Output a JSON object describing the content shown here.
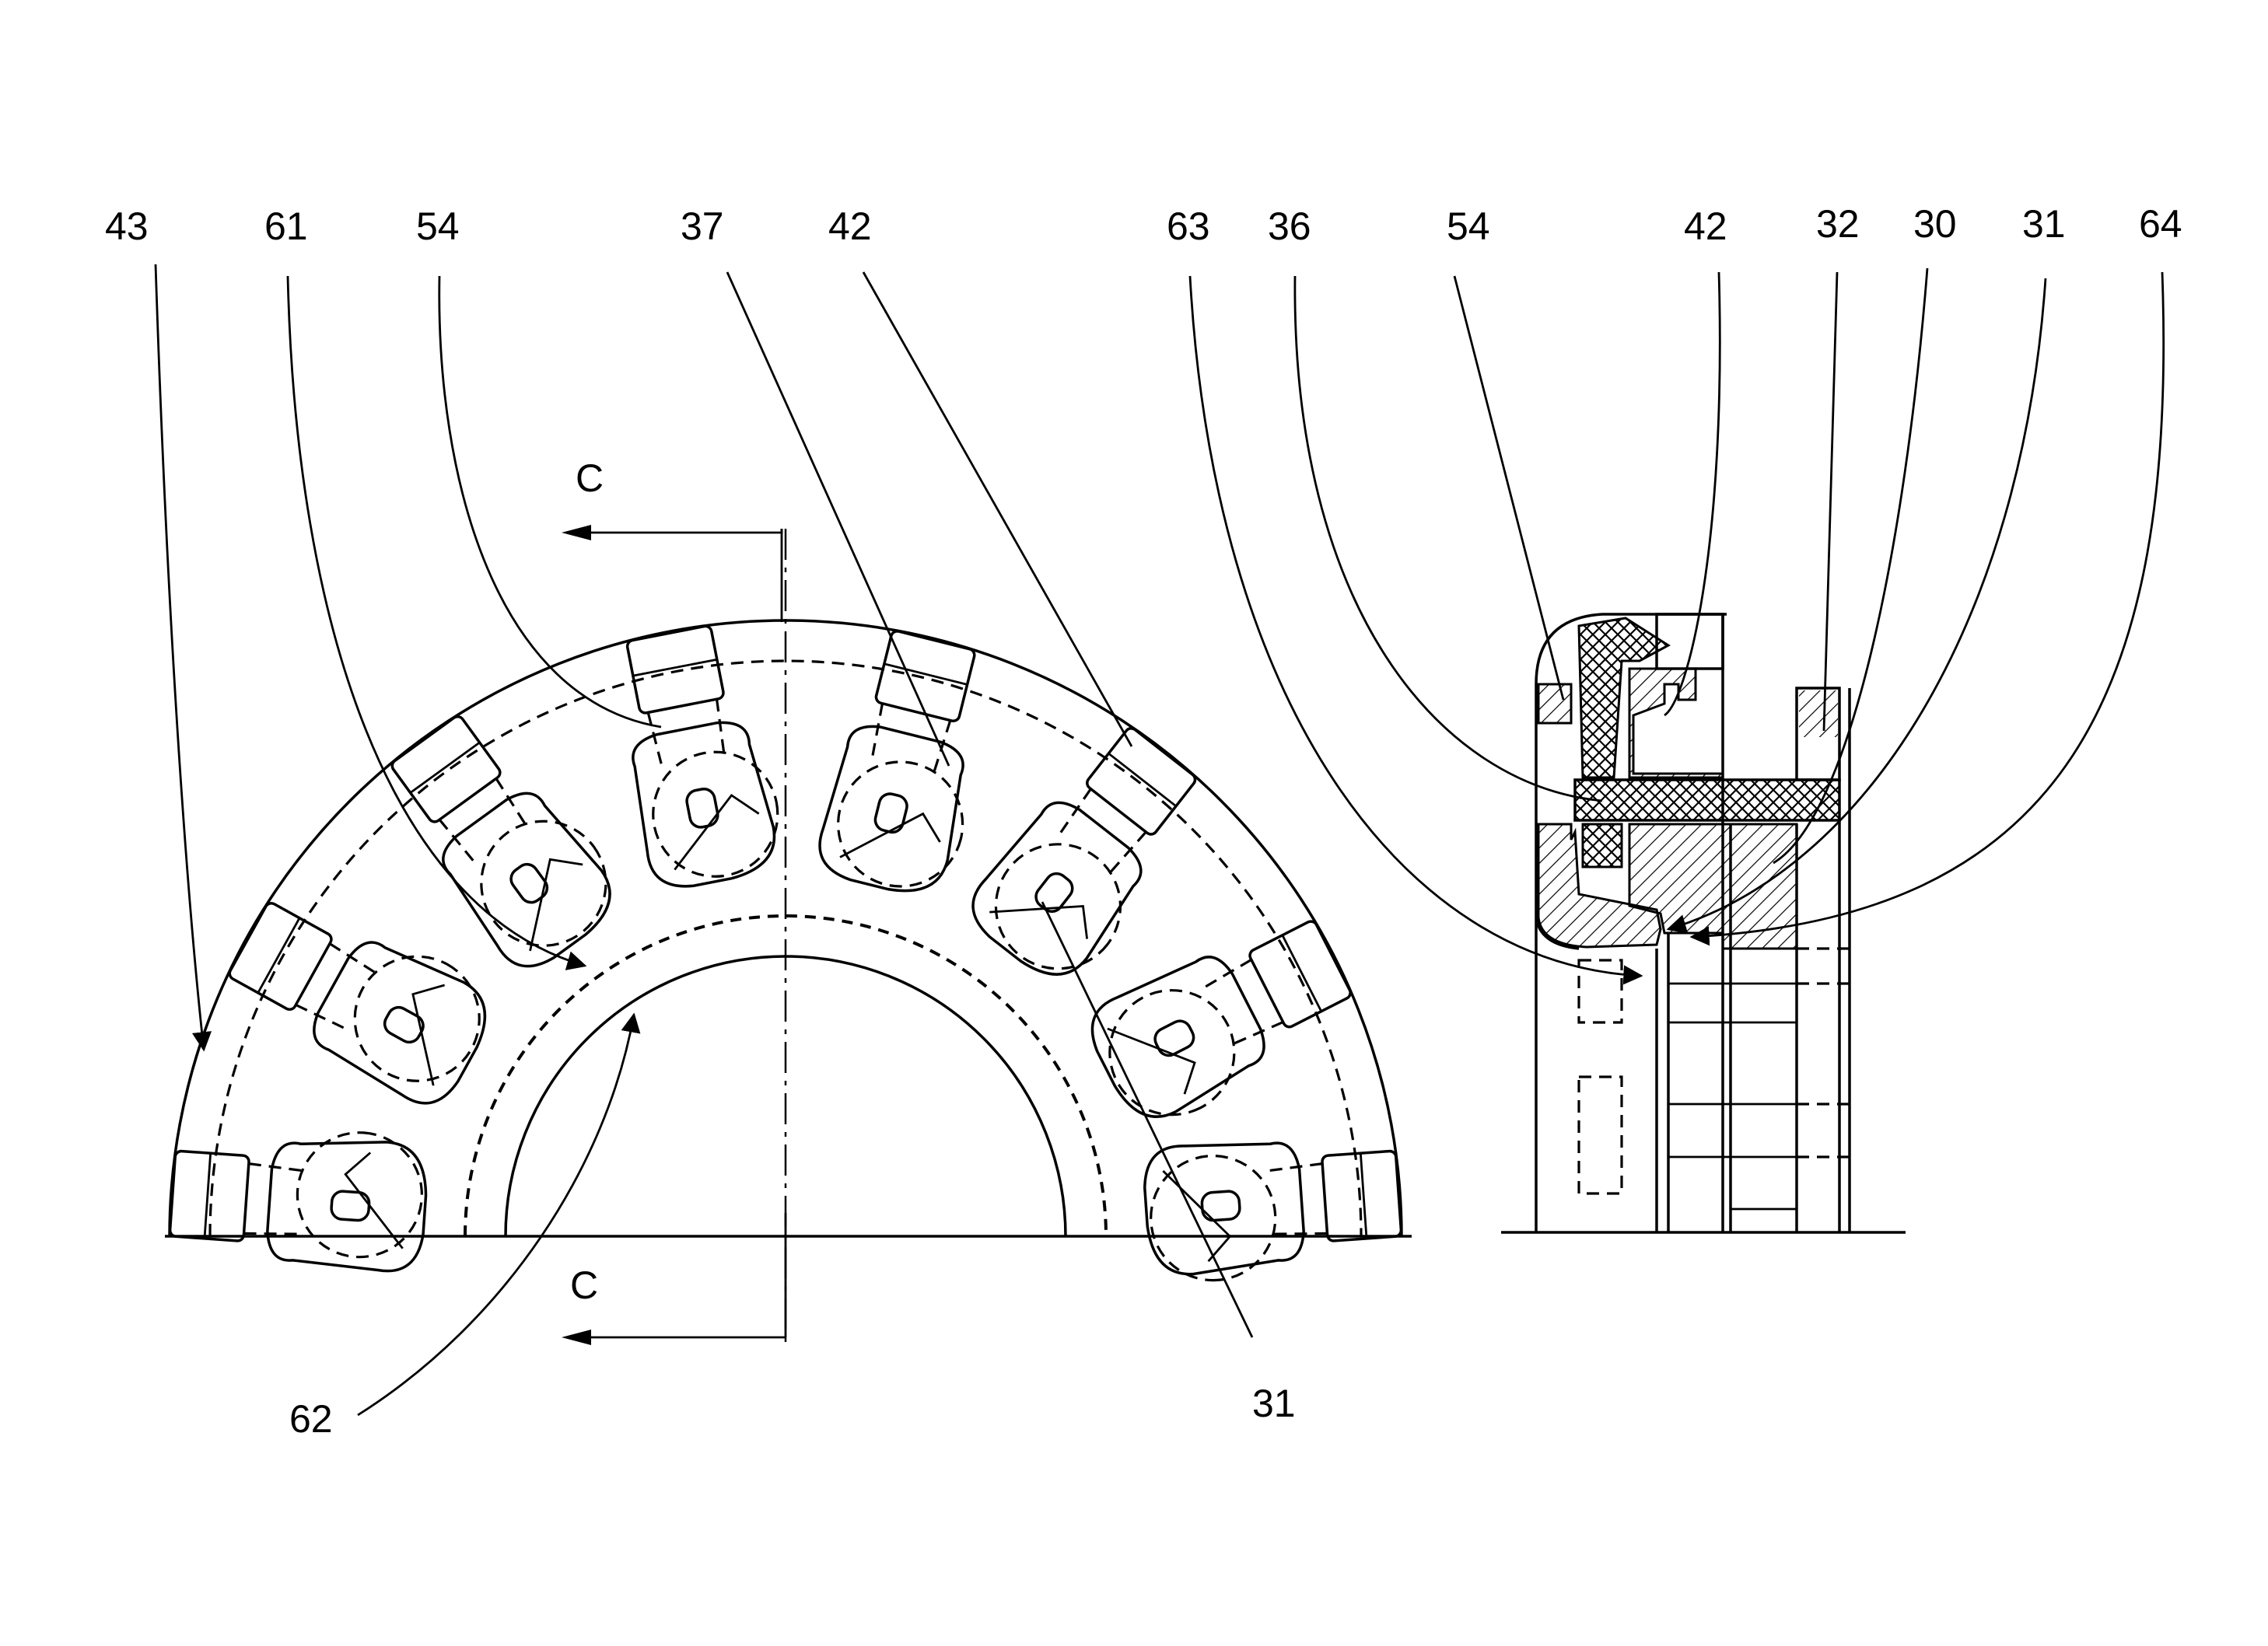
{
  "figure": {
    "left_view_labels": [
      {
        "id": "lbl-43",
        "text": "43"
      },
      {
        "id": "lbl-61",
        "text": "61"
      },
      {
        "id": "lbl-54-left",
        "text": "54"
      },
      {
        "id": "lbl-37",
        "text": "37"
      },
      {
        "id": "lbl-42-left",
        "text": "42"
      },
      {
        "id": "lbl-62",
        "text": "62"
      },
      {
        "id": "lbl-31-left",
        "text": "31"
      }
    ],
    "right_view_labels": [
      {
        "id": "lbl-63",
        "text": "63"
      },
      {
        "id": "lbl-36",
        "text": "36"
      },
      {
        "id": "lbl-54-right",
        "text": "54"
      },
      {
        "id": "lbl-42-right",
        "text": "42"
      },
      {
        "id": "lbl-32",
        "text": "32"
      },
      {
        "id": "lbl-30",
        "text": "30"
      },
      {
        "id": "lbl-31-right",
        "text": "31"
      },
      {
        "id": "lbl-64",
        "text": "64"
      }
    ],
    "section_marks": {
      "top": "C",
      "bottom": "C"
    }
  }
}
